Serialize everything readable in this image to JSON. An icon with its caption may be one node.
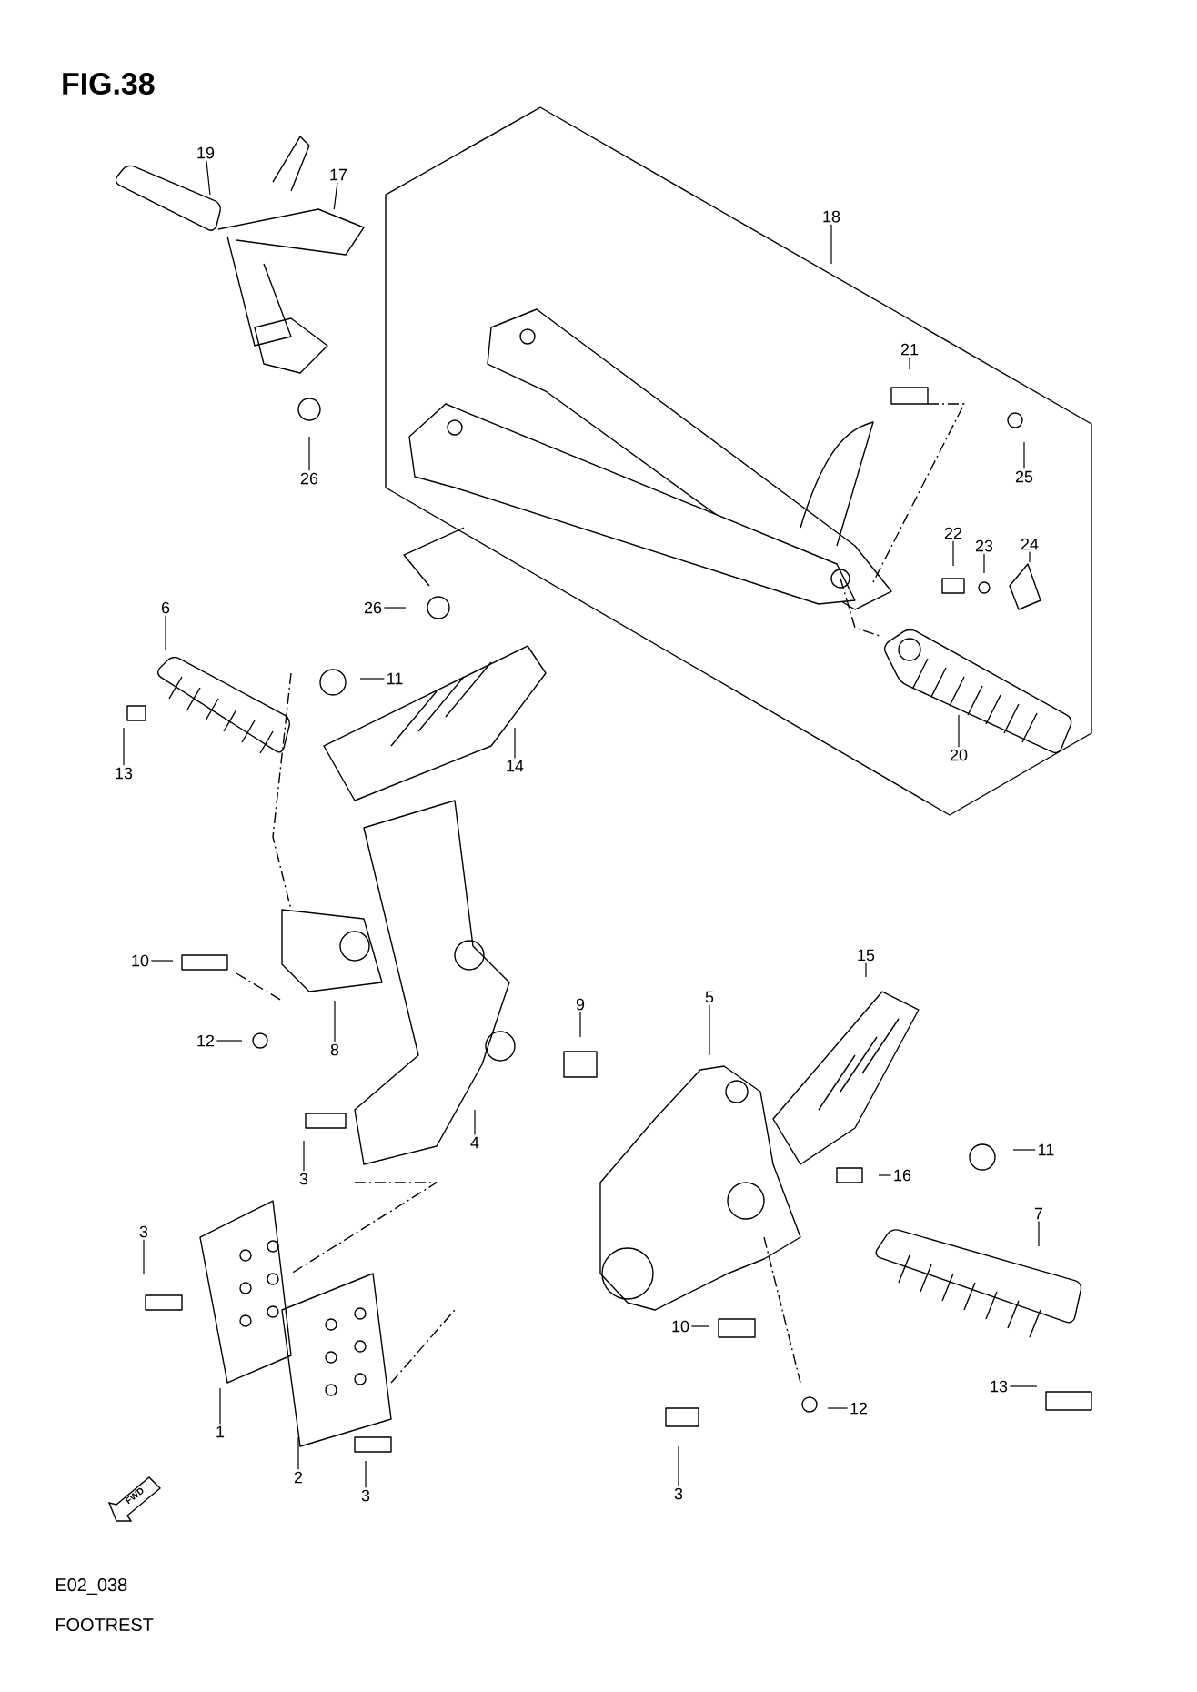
{
  "diagram": {
    "title": "FIG.38",
    "nodes": [
      {
        "text": [
          "19"
        ]
      },
      {
        "text": [
          "17"
        ]
      },
      {
        "text": [
          "18"
        ]
      },
      {
        "text": [
          "21"
        ]
      },
      {
        "text": [
          "25"
        ]
      },
      {
        "text": [
          "26"
        ]
      },
      {
        "text": [
          "22"
        ]
      },
      {
        "text": [
          "23"
        ]
      },
      {
        "text": [
          "24"
        ]
      },
      {
        "text": [
          "26"
        ]
      },
      {
        "text": [
          "6"
        ]
      },
      {
        "text": [
          "11"
        ]
      },
      {
        "text": [
          "13"
        ]
      },
      {
        "text": [
          "14"
        ]
      },
      {
        "text": [
          "20"
        ]
      },
      {
        "text": [
          "10"
        ]
      },
      {
        "text": [
          "15"
        ]
      },
      {
        "text": [
          "5"
        ]
      },
      {
        "text": [
          "12"
        ]
      },
      {
        "text": [
          "8"
        ]
      },
      {
        "text": [
          "9"
        ]
      },
      {
        "text": [
          "3"
        ]
      },
      {
        "text": [
          "4"
        ]
      },
      {
        "text": [
          "11"
        ]
      },
      {
        "text": [
          "16"
        ]
      },
      {
        "text": [
          "7"
        ]
      },
      {
        "text": [
          "3"
        ]
      },
      {
        "text": [
          "10"
        ]
      },
      {
        "text": [
          "13"
        ]
      },
      {
        "text": [
          "12"
        ]
      },
      {
        "text": [
          "1"
        ]
      },
      {
        "text": [
          "2"
        ]
      },
      {
        "text": [
          "3"
        ]
      },
      {
        "text": [
          "3"
        ]
      }
    ],
    "edges": [
      {
        "from": 0,
        "to": null,
        "arrow": "none"
      },
      {
        "from": 1,
        "to": null,
        "arrow": "none"
      },
      {
        "from": 2,
        "to": null,
        "arrow": "none"
      },
      {
        "from": 3,
        "to": null,
        "arrow": "none"
      },
      {
        "from": 4,
        "to": null,
        "arrow": "none"
      },
      {
        "from": 5,
        "to": null,
        "arrow": "none"
      },
      {
        "from": 6,
        "to": null,
        "arrow": "none"
      },
      {
        "from": 7,
        "to": null,
        "arrow": "none"
      },
      {
        "from": 8,
        "to": null,
        "arrow": "none"
      },
      {
        "from": 9,
        "to": null,
        "arrow": "none"
      },
      {
        "from": 10,
        "to": null,
        "arrow": "none"
      },
      {
        "from": 11,
        "to": null,
        "arrow": "none"
      },
      {
        "from": 12,
        "to": null,
        "arrow": "none"
      },
      {
        "from": 13,
        "to": null,
        "arrow": "none"
      },
      {
        "from": 14,
        "to": null,
        "arrow": "none"
      },
      {
        "from": 15,
        "to": null,
        "arrow": "none"
      },
      {
        "from": 16,
        "to": null,
        "arrow": "none"
      },
      {
        "from": 17,
        "to": null,
        "arrow": "none"
      },
      {
        "from": 18,
        "to": null,
        "arrow": "none"
      },
      {
        "from": 19,
        "to": null,
        "arrow": "none"
      },
      {
        "from": 20,
        "to": null,
        "arrow": "none"
      },
      {
        "from": 21,
        "to": null,
        "arrow": "none"
      },
      {
        "from": 22,
        "to": null,
        "arrow": "none"
      },
      {
        "from": 23,
        "to": null,
        "arrow": "none"
      },
      {
        "from": 24,
        "to": null,
        "arrow": "none"
      },
      {
        "from": 25,
        "to": null,
        "arrow": "none"
      },
      {
        "from": 26,
        "to": null,
        "arrow": "none"
      },
      {
        "from": 27,
        "to": null,
        "arrow": "none"
      },
      {
        "from": 28,
        "to": null,
        "arrow": "none"
      },
      {
        "from": 29,
        "to": null,
        "arrow": "none"
      },
      {
        "from": 30,
        "to": null,
        "arrow": "none"
      },
      {
        "from": 31,
        "to": null,
        "arrow": "none"
      },
      {
        "from": 32,
        "to": null,
        "arrow": "none"
      },
      {
        "from": 33,
        "to": null,
        "arrow": "none"
      }
    ],
    "labels": [
      "FWD",
      "E02_038",
      "FOOTREST"
    ]
  }
}
